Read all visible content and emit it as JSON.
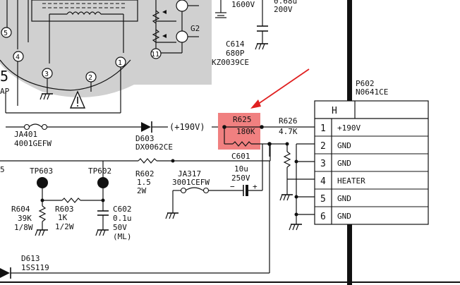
{
  "colors": {
    "highlight": "#f08080",
    "arrow": "#e02020",
    "crt_fill": "#d0d0d0"
  },
  "crt": {
    "pins": [
      "5",
      "4",
      "3",
      "2",
      "1",
      "11"
    ],
    "g2_label": "G2",
    "tube_suffix": "5",
    "tube_suffix2": "AP",
    "warning_icon": "warning-triangle-icon"
  },
  "components": {
    "c614": {
      "ref": "C614",
      "value": "680P",
      "part": "KZ0039CE"
    },
    "top_cap_a": "1600V",
    "top_cap_b_value": "0.68u",
    "top_cap_b_voltage": "200V",
    "ja401": {
      "ref": "JA401",
      "part": "4001GEFW"
    },
    "d603": {
      "ref": "D603",
      "part": "DX0062CE"
    },
    "voltage_190": "(+190V)",
    "r625": {
      "ref": "R625",
      "value": "180K"
    },
    "r626": {
      "ref": "R626",
      "value": "4.7K"
    },
    "c601": {
      "ref": "C601",
      "value": "10u",
      "voltage": "250V",
      "minus": "−",
      "plus": "+"
    },
    "r602": {
      "ref": "R602",
      "value": "1.5",
      "power": "2W"
    },
    "ja317": {
      "ref": "JA317",
      "part": "3001CEFW"
    },
    "tp603": "TP603",
    "tp602": "TP602",
    "r604": {
      "ref": "R604",
      "value": "39K",
      "power": "1/8W"
    },
    "r603": {
      "ref": "R603",
      "value": "1K",
      "power": "1/2W"
    },
    "c602": {
      "ref": "C602",
      "value": "0.1u",
      "voltage": "50V",
      "type": "(ML)"
    },
    "d613": {
      "ref": "D613",
      "part": "1SS119"
    },
    "left_partial": "5"
  },
  "connector": {
    "ref": "P602",
    "part": "N0641CE",
    "header": "H",
    "pins": [
      {
        "num": "1",
        "label": "+190V"
      },
      {
        "num": "2",
        "label": "GND"
      },
      {
        "num": "3",
        "label": "GND"
      },
      {
        "num": "4",
        "label": "HEATER"
      },
      {
        "num": "5",
        "label": "GND"
      },
      {
        "num": "6",
        "label": "GND"
      }
    ]
  }
}
